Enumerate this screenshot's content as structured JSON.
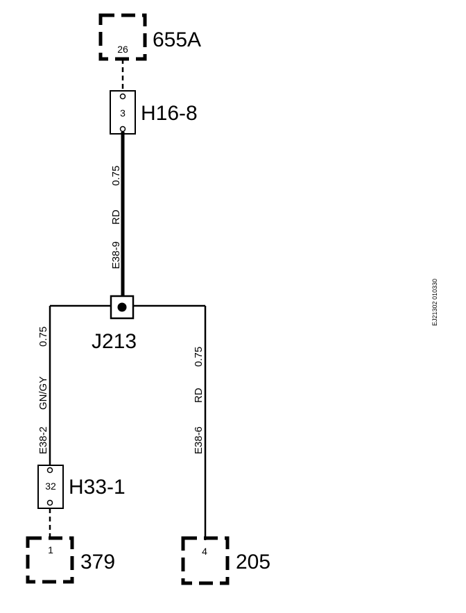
{
  "components": {
    "c655a": {
      "name": "655A",
      "pin": "26"
    },
    "h16_8": {
      "name": "H16-8",
      "pin": "3"
    },
    "j213": {
      "name": "J213"
    },
    "h33_1": {
      "name": "H33-1",
      "pin": "32"
    },
    "c379": {
      "name": "379",
      "pin": "1"
    },
    "c205": {
      "name": "205",
      "pin": "4"
    }
  },
  "wires": {
    "main": {
      "id": "E38-9",
      "color": "RD",
      "size": "0.75"
    },
    "left": {
      "id": "E38-2",
      "color": "GN/GY",
      "size": "0.75"
    },
    "right": {
      "id": "E38-6",
      "color": "RD",
      "size": "0.75"
    }
  },
  "figure_code": "EJ21302  010330"
}
